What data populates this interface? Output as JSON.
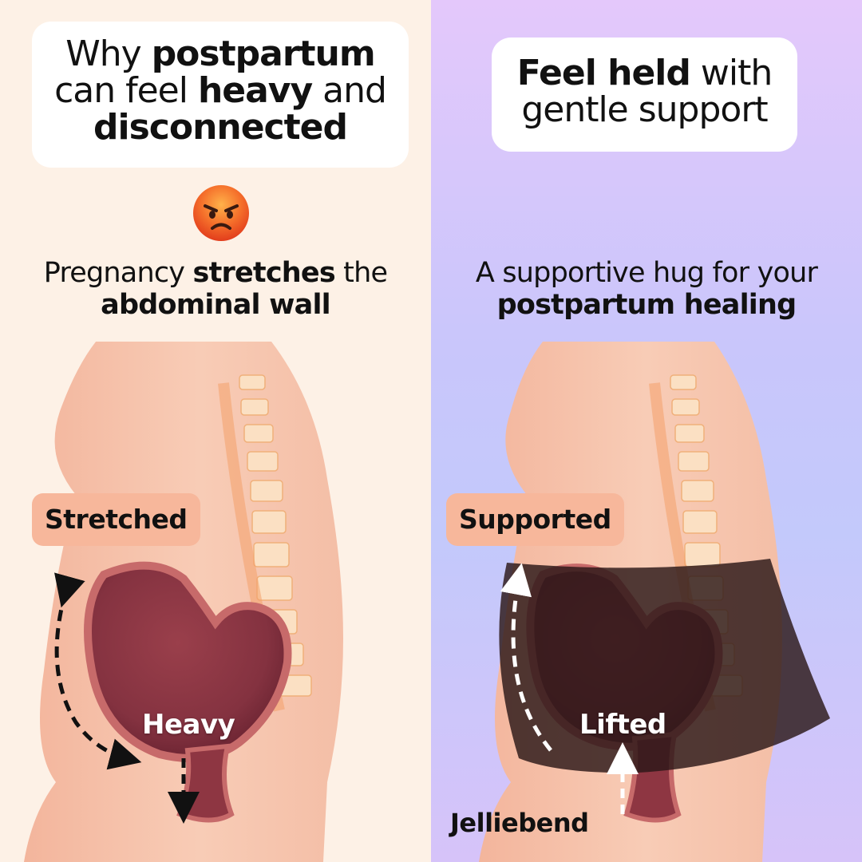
{
  "left": {
    "title": {
      "pre": "Why ",
      "b1": "postpartum",
      "mid1": "can feel ",
      "b2": "heavy",
      "mid2": " and",
      "b3": "disconnected"
    },
    "emoji_icon": "angry-face-icon",
    "subtitle": {
      "pre": "Pregnancy ",
      "b1": "stretches",
      "mid": " the",
      "b2": "abdominal wall"
    },
    "tag": "Stretched",
    "label": "Heavy"
  },
  "right": {
    "title": {
      "b1": "Feel held",
      "mid": " with",
      "line2": "gentle support"
    },
    "emoji_icon": "check-mark-icon",
    "subtitle": {
      "line1": "A supportive hug for your",
      "b1": "postpartum healing"
    },
    "tag": "Supported",
    "label": "Lifted",
    "brand": "Jelliebend"
  },
  "colors": {
    "left_bg": "#fdf1e6",
    "skin": "#f6c5ae",
    "uterus": "#8e3642",
    "tag": "#f7b79b",
    "band": "#2e1a1a",
    "check_green": "#1fa85a",
    "angry_red": "#e63b1d"
  }
}
